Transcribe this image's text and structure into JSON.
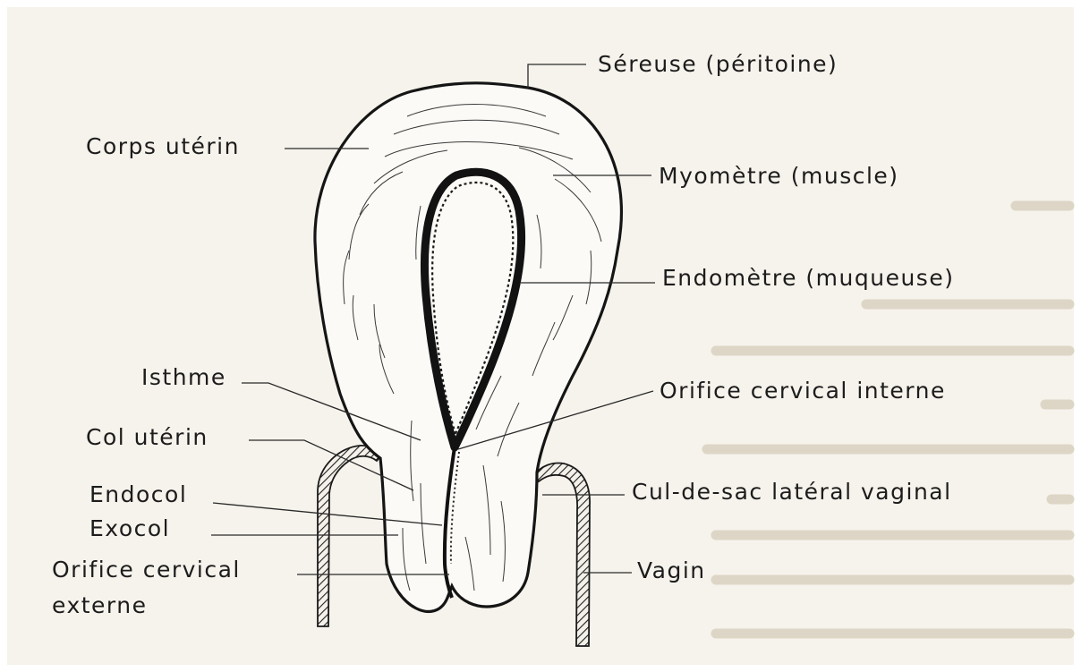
{
  "labels": {
    "sereuse": "Séreuse (péritoine)",
    "corps_uterin": "Corps utérin",
    "myometre": "Myomètre (muscle)",
    "endometre": "Endomètre (muqueuse)",
    "isthme": "Isthme",
    "orifice_cervical_interne": "Orifice cervical interne",
    "col_uterin": "Col utérin",
    "cul_de_sac": "Cul-de-sac latéral vaginal",
    "endocol": "Endocol",
    "exocol": "Exocol",
    "orifice_cervical_externe_1": "Orifice cervical",
    "orifice_cervical_externe_2": "externe",
    "vagin": "Vagin"
  },
  "colors": {
    "ink": "#1c1c1c",
    "paper": "#f6f3ec",
    "label_lead": "#2a2a2a"
  }
}
